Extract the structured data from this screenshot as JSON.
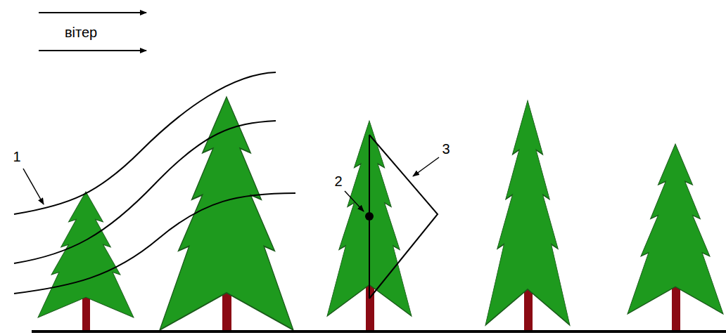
{
  "diagram": {
    "labels": [
      "вітер",
      "1",
      "2",
      "3"
    ]
  }
}
